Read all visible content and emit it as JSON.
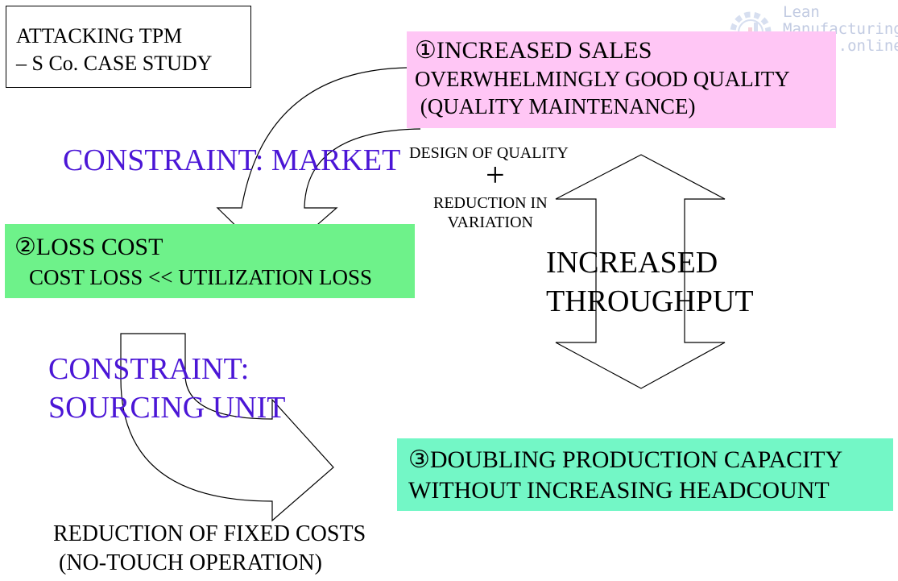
{
  "title_box": {
    "line1": "ATTACKING TPM",
    "line2": "– S Co. CASE STUDY"
  },
  "box1": {
    "line1": "①INCREASED SALES",
    "line2": "OVERWHELMINGLY GOOD QUALITY",
    "line3": " (QUALITY MAINTENANCE)",
    "color": "#ffc6f5"
  },
  "box2": {
    "line1": "②LOSS COST",
    "line2": "COST LOSS << UTILIZATION LOSS",
    "color": "#6ef28a"
  },
  "box3": {
    "line1": "③DOUBLING PRODUCTION CAPACITY",
    "line2": "WITHOUT INCREASING HEADCOUNT",
    "color": "#73f7c6"
  },
  "constraint_market": "CONSTRAINT: MARKET",
  "constraint_sourcing": {
    "line1": "CONSTRAINT:",
    "line2": "SOURCING UNIT"
  },
  "design_note": "DESIGN OF QUALITY",
  "plus_sign": "+",
  "reduction_note": {
    "line1": "REDUCTION IN",
    "line2": "VARIATION"
  },
  "throughput": {
    "line1": "INCREASED",
    "line2": "THROUGHPUT"
  },
  "fixed_costs": {
    "line1": "REDUCTION OF FIXED COSTS",
    "line2": " (NO-TOUCH OPERATION)"
  },
  "logo": {
    "line1": "Lean",
    "line2": "Manufacturing",
    "line3": ".online"
  },
  "colors": {
    "constraint_text": "#4b16d6",
    "arrow_stroke": "#000000"
  }
}
